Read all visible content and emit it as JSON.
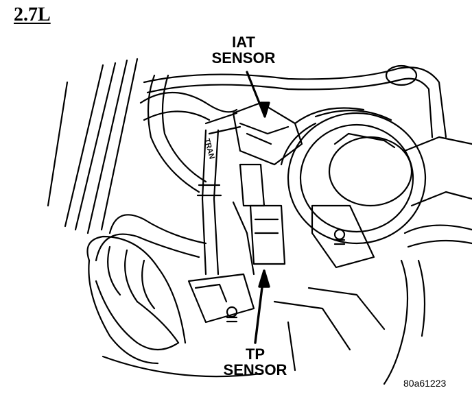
{
  "header": {
    "engine": "2.7L"
  },
  "callouts": {
    "iat": {
      "line1": "IAT",
      "line2": "SENSOR"
    },
    "tp": {
      "line1": "TP",
      "line2": "SENSOR"
    }
  },
  "figure_id": "80a61223",
  "hose_text": "TRAN",
  "colors": {
    "ink": "#000000",
    "paper": "#ffffff"
  }
}
